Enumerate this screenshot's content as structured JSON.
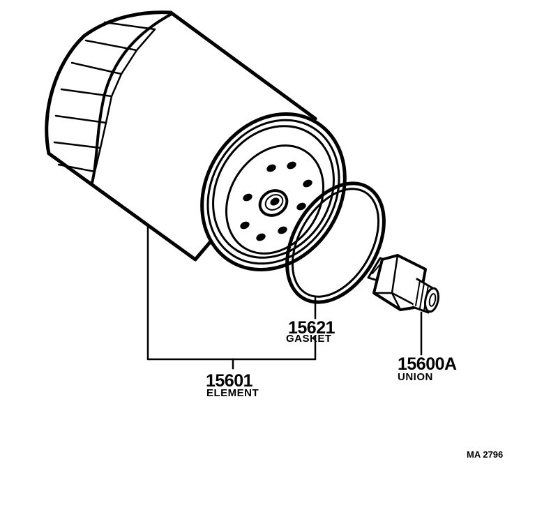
{
  "parts": {
    "element": {
      "number": "15601",
      "name": "ELEMENT"
    },
    "gasket": {
      "number": "15621",
      "name": "GASKET"
    },
    "union": {
      "number": "15600A",
      "name": "UNION"
    }
  },
  "figure_code": "MA 2796",
  "colors": {
    "ink": "#000000",
    "paper": "#ffffff"
  }
}
